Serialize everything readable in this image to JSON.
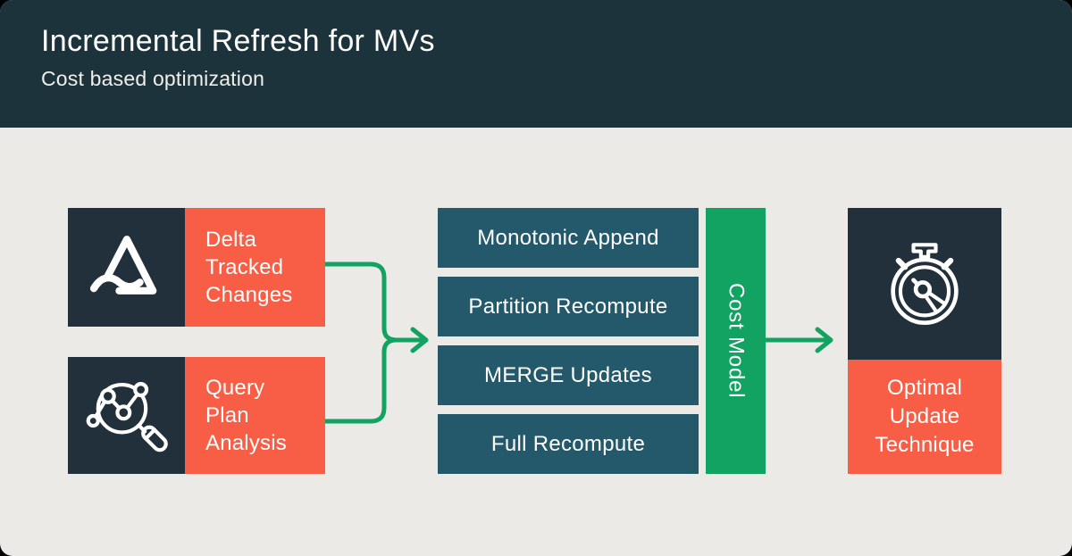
{
  "header": {
    "title": "Incremental Refresh for MVs",
    "subtitle": "Cost based optimization"
  },
  "sources": [
    {
      "icon": "delta-icon",
      "label": "Delta\nTracked\nChanges"
    },
    {
      "icon": "query-plan-icon",
      "label": "Query\nPlan\nAnalysis"
    }
  ],
  "techniques": [
    "Monotonic Append",
    "Partition Recompute",
    "MERGE Updates",
    "Full Recompute"
  ],
  "cost_model": {
    "label": "Cost Model"
  },
  "result": {
    "icon": "stopwatch-icon",
    "label": "Optimal\nUpdate\nTechnique"
  },
  "colors": {
    "header_bg": "#1C333B",
    "canvas_bg": "#ECEAE6",
    "dark_box": "#22303B",
    "teal_box": "#24596B",
    "orange": "#F85E45",
    "green": "#12A363",
    "text": "#FFFFFF"
  }
}
